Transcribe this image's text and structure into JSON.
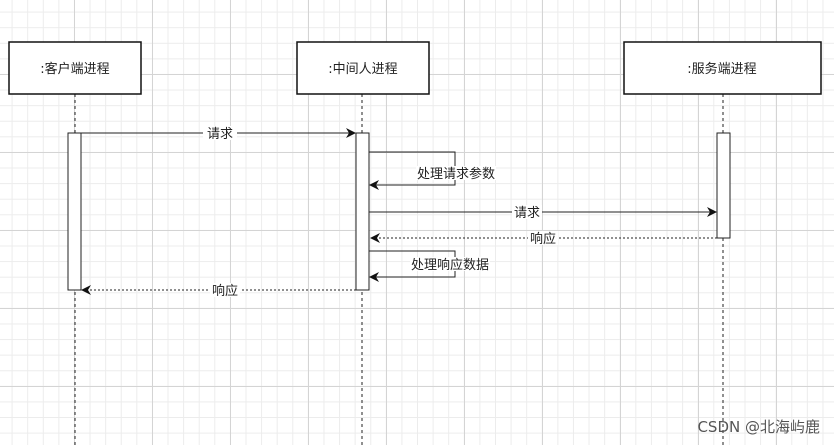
{
  "participants": [
    ":客户端进程",
    ":中间人进程",
    ":服务端进程"
  ],
  "messages": {
    "client_request": "请求",
    "process_request_params": "处理请求参数",
    "server_request": "请求",
    "server_response": "响应",
    "process_response_data": "处理响应数据",
    "client_response": "响应"
  },
  "watermark": "CSDN @北海屿鹿"
}
